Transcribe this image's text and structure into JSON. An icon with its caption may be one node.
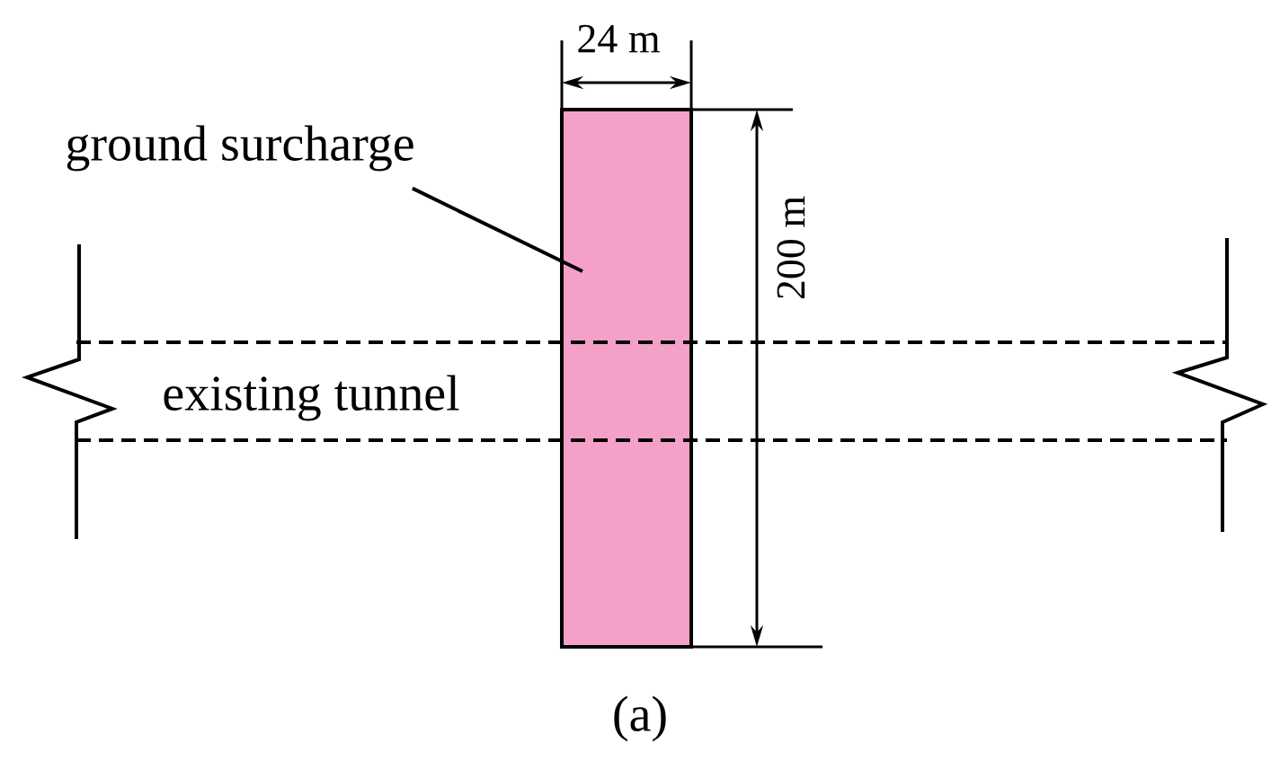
{
  "diagram": {
    "caption": "(a)",
    "nodes": [
      {
        "text": [
          "ground surcharge"
        ]
      },
      {
        "text": [],
        "shape": "box"
      }
    ],
    "edges": [
      {
        "from": 0,
        "to": 1,
        "arrow": "none"
      }
    ],
    "labels": [
      "24 m",
      "200 m",
      "existing tunnel"
    ]
  }
}
